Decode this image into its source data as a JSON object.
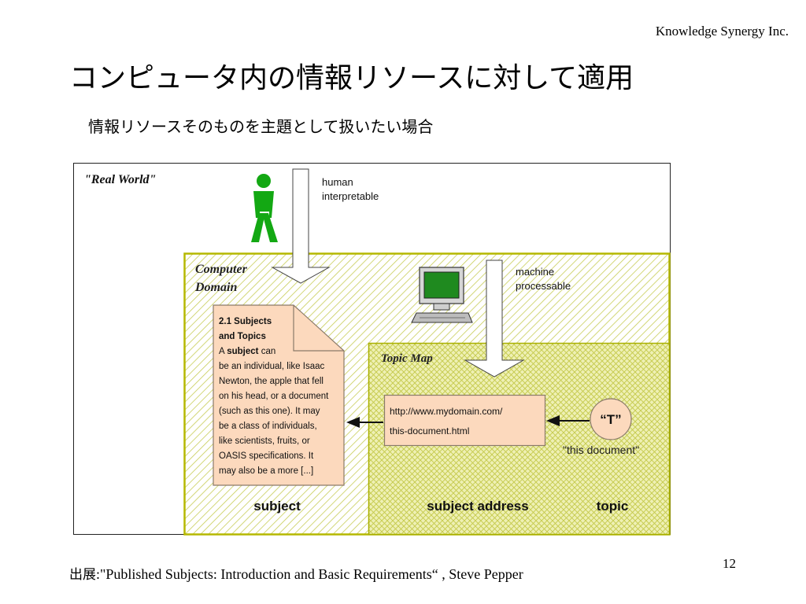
{
  "header": {
    "company": "Knowledge Synergy Inc.",
    "title": "コンピュータ内の情報リソースに対して適用",
    "subtitle": "情報リソースそのものを主題として扱いたい場合"
  },
  "diagram": {
    "real_world_label": "\"Real World\"",
    "human_label_line1": "human",
    "human_label_line2": "interpretable",
    "computer_domain_line1": "Computer",
    "computer_domain_line2": "Domain",
    "machine_label_line1": "machine",
    "machine_label_line2": "processable",
    "topic_map_label": "Topic Map",
    "document": {
      "heading_line1": "2.1 Subjects",
      "heading_line2": "and Topics",
      "line1_prefix": "A ",
      "line1_bold": "subject",
      "line1_suffix": "  can",
      "lines": [
        "be an individual, like Isaac",
        "Newton, the apple that fell",
        "on his head, or a document",
        "(such as this one). It may",
        "be a class of individuals,",
        "like scientists, fruits, or",
        "OASIS specifications. It",
        "may also be a more  [...]"
      ]
    },
    "address_line1": "http://www.mydomain.com/",
    "address_line2": "this-document.html",
    "topic_symbol": "“T”",
    "topic_caption": "\"this document\"",
    "label_subject": "subject",
    "label_subject_address": "subject address",
    "label_topic": "topic"
  },
  "colors": {
    "figure_green": "#13a813",
    "hatch_line": "#c8cd58",
    "domain_border": "#b5b800",
    "topicmap_bg": "#eef0b4",
    "topicmap_border": "#a9b000",
    "note_fill": "#fcd9bd",
    "note_border": "#8a7a6a",
    "monitor_screen": "#1f8a1f"
  },
  "footer": {
    "source_label": "出展",
    "source_text": ":\"Published Subjects: Introduction and Basic Requirements“ , Steve Pepper",
    "page_number": "12"
  }
}
